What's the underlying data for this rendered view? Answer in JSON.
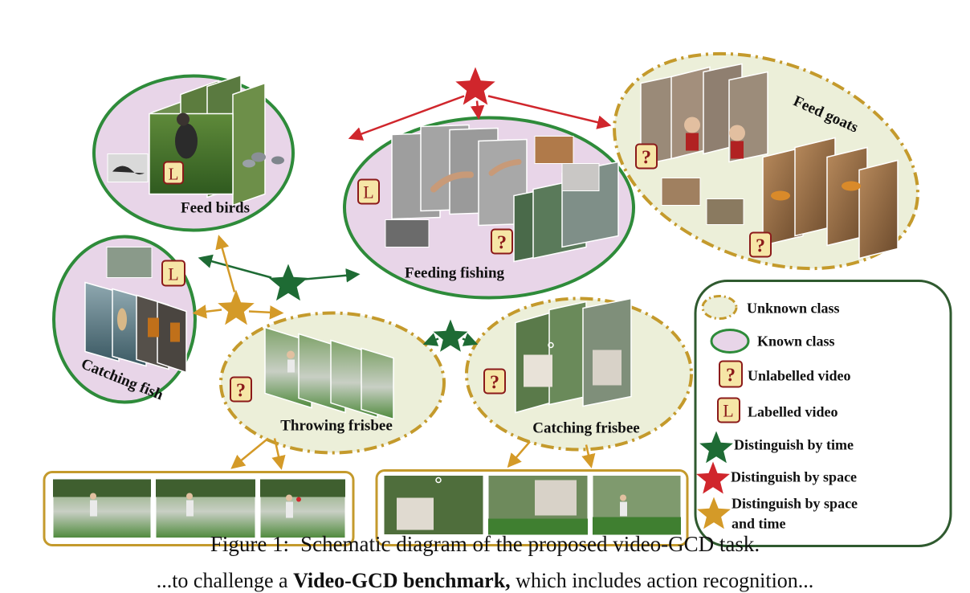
{
  "figure": {
    "classes": {
      "feed_birds": "Feed birds",
      "feeding_fishing": "Feeding fishing",
      "feed_goats": "Feed goats",
      "catching_fish": "Catching fish",
      "throwing_frisbee": "Throwing frisbee",
      "catching_frisbee": "Catching frisbee"
    },
    "badges": {
      "labelled": "L",
      "unlabelled": "?"
    },
    "legend": {
      "unknown_class": "Unknown class",
      "known_class": "Known class",
      "unlabelled_video": "Unlabelled video",
      "labelled_video": "Labelled video",
      "distinguish_time": "Distinguish by time",
      "distinguish_space": "Distinguish by space",
      "distinguish_space_time_1": "Distinguish by space",
      "distinguish_space_time_2": "and time"
    },
    "colors": {
      "known_fill": "#e8d5e8",
      "known_border": "#2e8b3a",
      "unknown_fill": "#ecefd9",
      "unknown_border": "#c49a2c",
      "badge_fill": "#f6e6a6",
      "badge_border": "#8b1a1a",
      "time_star": "#1e6b34",
      "space_star": "#d0262c",
      "space_time_star": "#d49a28"
    }
  },
  "caption": {
    "number": "Figure 1:",
    "text": "Schematic diagram of the proposed video-GCD task."
  },
  "body_text": {
    "before": "...to challenge a",
    "bold": "Video-GCD benchmark,",
    "after": "which includes action recognition..."
  }
}
